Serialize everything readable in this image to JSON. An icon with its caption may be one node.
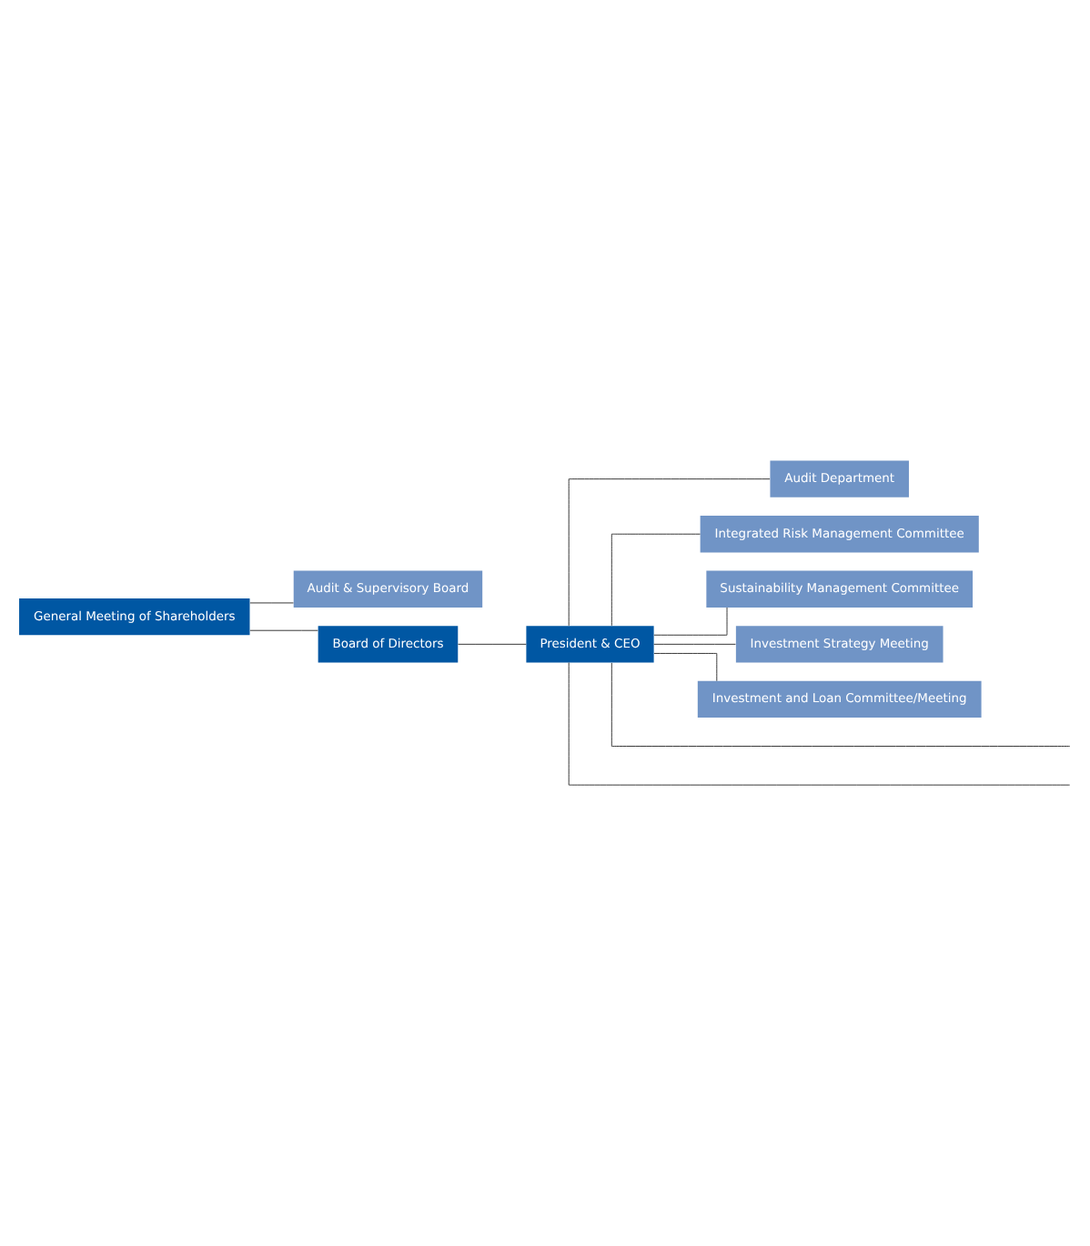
{
  "diagram": {
    "nodes": [
      {
        "text": [
          "General Meeting of Shareholders"
        ]
      },
      {
        "text": [
          "Audit & Supervisory Board"
        ]
      },
      {
        "text": [
          "Board of Directors"
        ]
      },
      {
        "text": [
          "President & CEO"
        ]
      },
      {
        "text": [
          "Audit Department"
        ]
      },
      {
        "text": [
          "Integrated Risk Management Committee"
        ]
      },
      {
        "text": [
          "Sustainability Management Committee"
        ]
      },
      {
        "text": [
          "Investment Strategy Meeting"
        ]
      },
      {
        "text": [
          "Investment and Loan Committee/Meeting"
        ]
      }
    ],
    "edges": [
      {
        "from": 0,
        "to": 1,
        "arrow": "none"
      },
      {
        "from": 0,
        "to": 2,
        "arrow": "none"
      },
      {
        "from": 2,
        "to": 3,
        "arrow": "none"
      },
      {
        "from": 3,
        "to": 4,
        "arrow": "none"
      },
      {
        "from": 3,
        "to": 5,
        "arrow": "none"
      },
      {
        "from": 3,
        "to": 6,
        "arrow": "none"
      },
      {
        "from": 3,
        "to": 7,
        "arrow": "none"
      },
      {
        "from": 3,
        "to": 8,
        "arrow": "none"
      },
      {
        "from": 3,
        "to": null,
        "arrow": "none"
      },
      {
        "from": 3,
        "to": null,
        "arrow": "none"
      }
    ]
  }
}
